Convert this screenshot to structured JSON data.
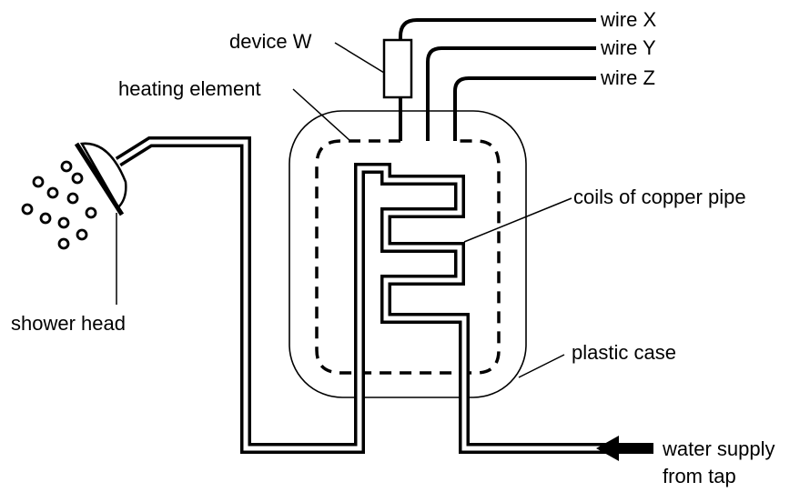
{
  "labels": {
    "device": "device W",
    "heating_element": "heating element",
    "wire_x": "wire X",
    "wire_y": "wire Y",
    "wire_z": "wire Z",
    "coils": "coils of copper pipe",
    "shower_head": "shower head",
    "plastic_case": "plastic case",
    "water_supply_line1": "water supply",
    "water_supply_line2": "from tap"
  },
  "colors": {
    "ink": "#000000",
    "pipe_fill": "#ffffff",
    "background": "#ffffff"
  }
}
